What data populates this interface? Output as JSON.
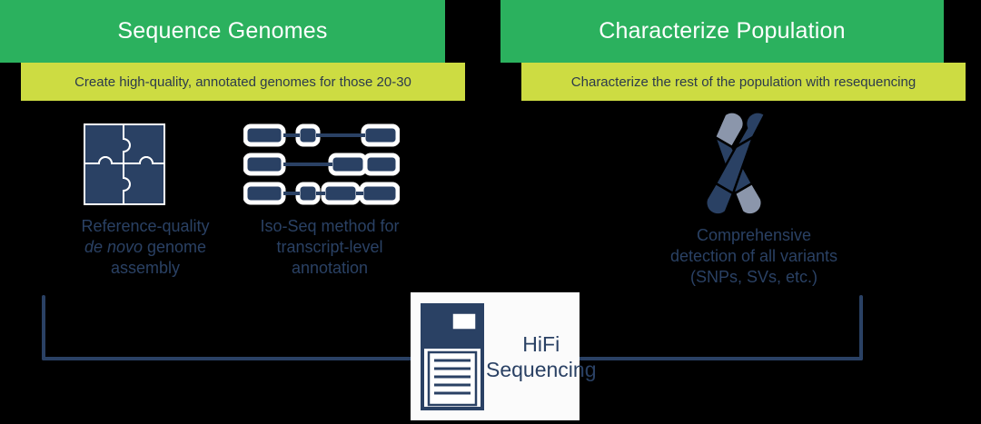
{
  "diagram": {
    "title": "HiFi Sequencing workflow: Sequence Genomes and Characterize Population",
    "colors": {
      "green": "#2bb15e",
      "yellow_green": "#cddc42",
      "navy": "#2a4164",
      "navy_dark": "#26405e",
      "chromosome_light": "#8b96ab",
      "white": "#ffffff",
      "card_background": "#fbfbfb",
      "background": "#000000"
    }
  },
  "panels": [
    {
      "id": "sequence-genomes",
      "header": "Sequence Genomes",
      "subtitle": "Create high-quality, annotated genomes for those 20-30",
      "items": [
        {
          "icon": "puzzle-icon",
          "caption_line1": "Reference-quality",
          "caption_line2_italic": "de novo",
          "caption_line2_rest": " genome",
          "caption_line3": "assembly"
        },
        {
          "icon": "transcript-isoform-icon",
          "caption_line1": "Iso-Seq method for",
          "caption_line2": "transcript-level",
          "caption_line3": "annotation"
        }
      ]
    },
    {
      "id": "characterize-population",
      "header": "Characterize Population",
      "subtitle": "Characterize the rest of the population with resequencing",
      "items": [
        {
          "icon": "chromosome-icon",
          "caption_line1": "Comprehensive",
          "caption_line2": "detection of all variants",
          "caption_line3": "(SNPs, SVs, etc.)"
        }
      ]
    }
  ],
  "footer": {
    "icon": "document-icon",
    "label_line1": "HiFi",
    "label_line2": "Sequencing"
  }
}
